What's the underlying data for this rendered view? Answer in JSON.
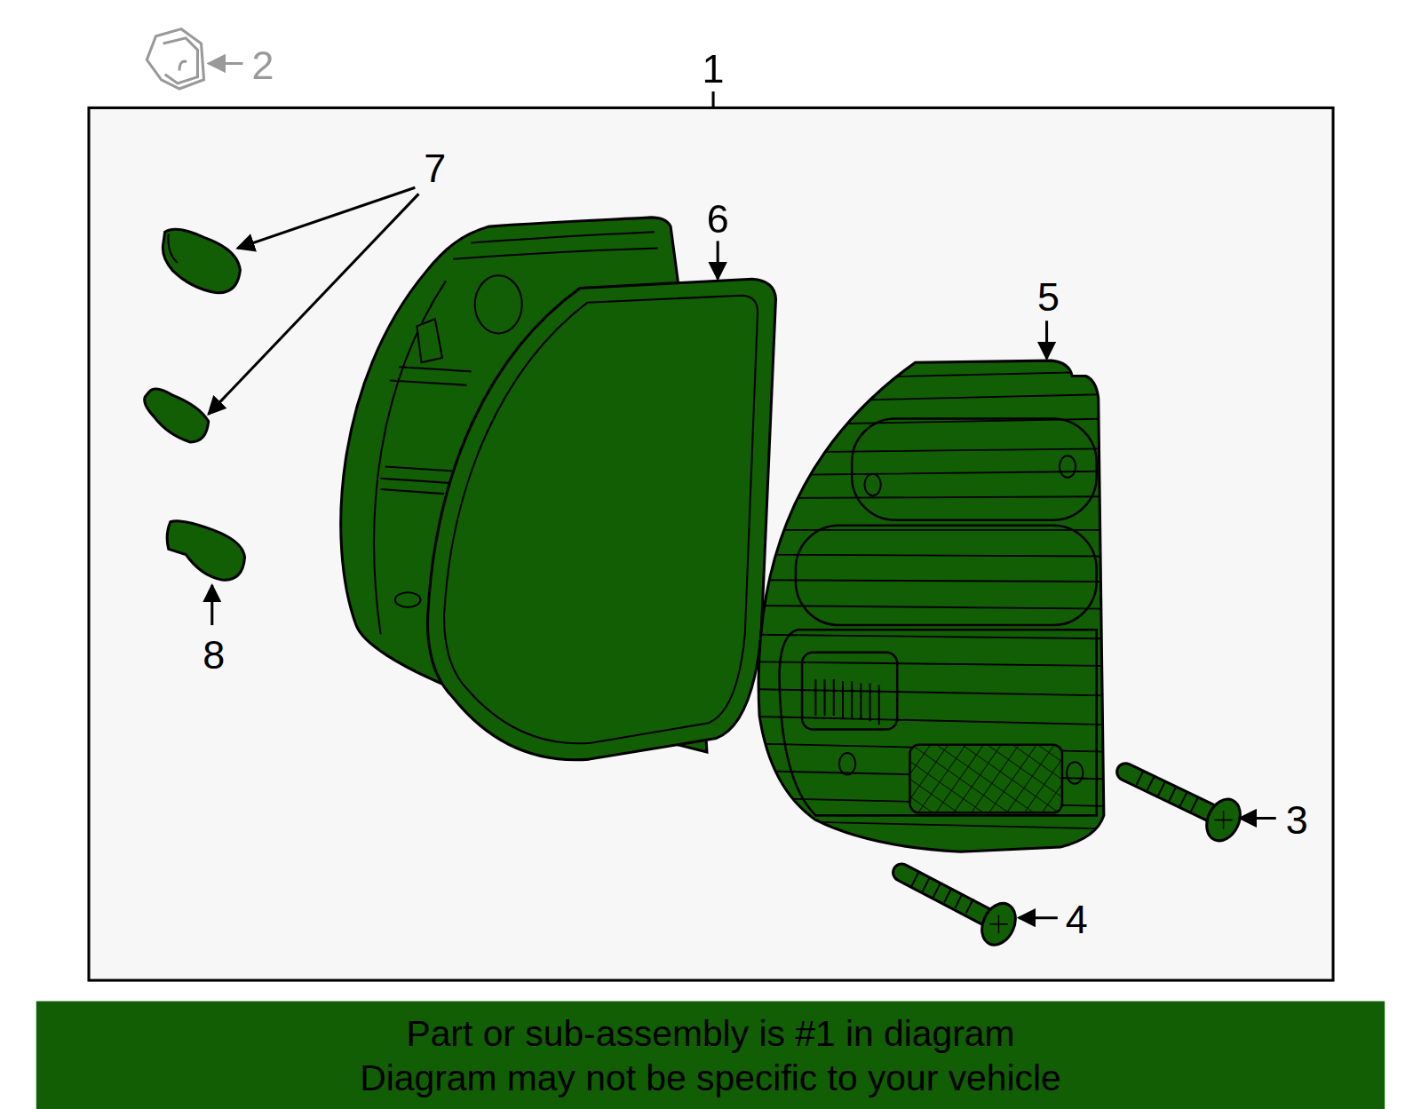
{
  "diagram": {
    "nodes": [
      {
        "text": [
          "Part or sub-assembly is #1 in diagram",
          "Diagram may not be specific to your vehicle"
        ]
      }
    ],
    "labels": [
      "1",
      "2",
      "3",
      "4",
      "5",
      "6",
      "7",
      "8"
    ]
  }
}
